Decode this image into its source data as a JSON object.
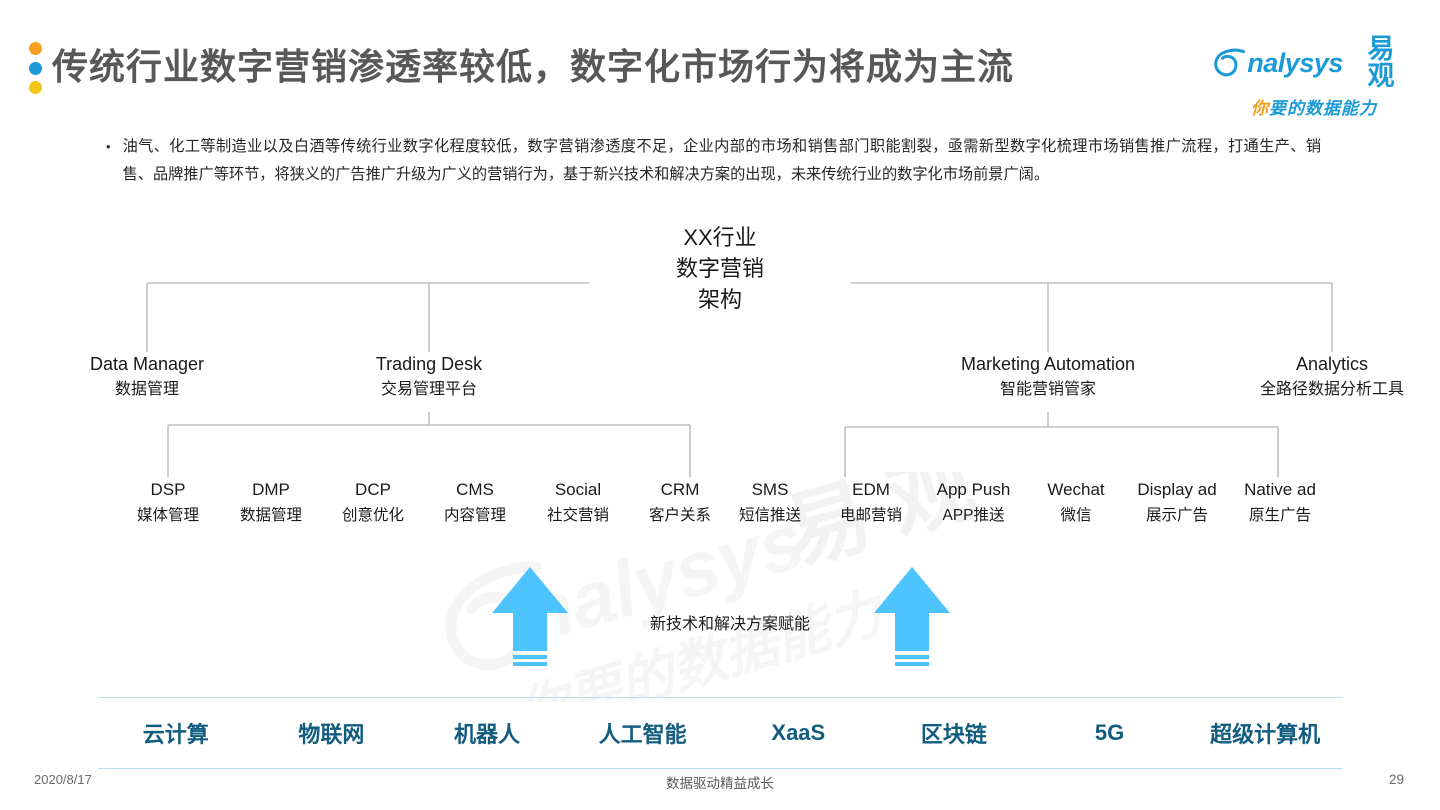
{
  "header": {
    "title": "传统行业数字营销渗透率较低，数字化市场行为将成为主流",
    "dot_colors": [
      "#F5A020",
      "#1C9AD6",
      "#F5C518"
    ],
    "logo": {
      "word": "nalysys",
      "cn": "易 观",
      "sub_first": "你",
      "sub_rest": "要的数据能力",
      "color": "#1C9AD6",
      "accent": "#F5A020"
    }
  },
  "body": {
    "bullet": "•",
    "paragraph": "油气、化工等制造业以及白酒等传统行业数字化程度较低，数字营销渗透度不足，企业内部的市场和销售部门职能割裂，亟需新型数字化梳理市场销售推广流程，打通生产、销售、品牌推广等环节，将狭义的广告推广升级为广义的营销行为，基于新兴技术和解决方案的出现，未来传统行业的数字化市场前景广阔。"
  },
  "diagram": {
    "root": [
      "XX行业",
      "数字营销",
      "架构"
    ],
    "categories": [
      {
        "en": "Data Manager",
        "cn": "数据管理"
      },
      {
        "en": "Trading Desk",
        "cn": "交易管理平台"
      },
      {
        "en": "Marketing Automation",
        "cn": "智能营销管家"
      },
      {
        "en": "Analytics",
        "cn": "全路径数据分析工具"
      }
    ],
    "leaves": [
      {
        "en": "DSP",
        "cn": "媒体管理"
      },
      {
        "en": "DMP",
        "cn": "数据管理"
      },
      {
        "en": "DCP",
        "cn": "创意优化"
      },
      {
        "en": "CMS",
        "cn": "内容管理"
      },
      {
        "en": "Social",
        "cn": "社交营销"
      },
      {
        "en": "CRM",
        "cn": "客户关系"
      },
      {
        "en": "SMS",
        "cn": "短信推送"
      },
      {
        "en": "EDM",
        "cn": "电邮营销"
      },
      {
        "en": "App Push",
        "cn": "APP推送"
      },
      {
        "en": "Wechat",
        "cn": "微信"
      },
      {
        "en": "Display ad",
        "cn": "展示广告"
      },
      {
        "en": "Native ad",
        "cn": "原生广告"
      }
    ],
    "line_color": "#B3B3B3"
  },
  "enable": {
    "label": "新技术和解决方案赋能",
    "arrow_color": "#4DC3FF"
  },
  "tech": {
    "items": [
      "云计算",
      "物联网",
      "机器人",
      "人工智能",
      "XaaS",
      "区块链",
      "5G",
      "超级计算机"
    ],
    "text_color": "#125C80",
    "rule_color": "#BBDDEF"
  },
  "footer": {
    "date": "2020/8/17",
    "center": "数据驱动精益成长",
    "page": "29"
  },
  "watermark": {
    "word": "nalysys",
    "cn": "易 观",
    "sub": "你要的数据能力"
  }
}
